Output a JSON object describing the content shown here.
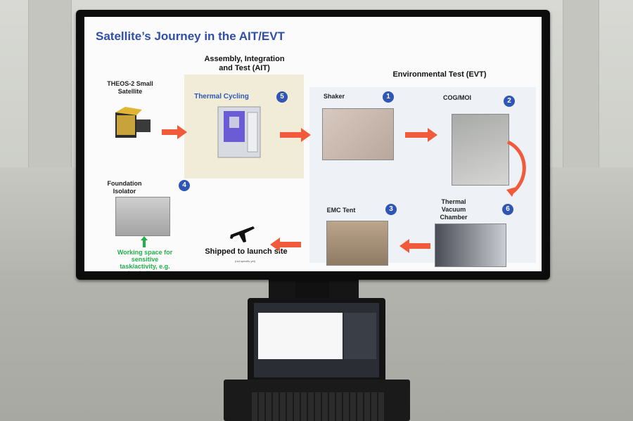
{
  "slide": {
    "title": "Satellite’s Journey in the AIT/EVT",
    "ait_header": "Assembly, Integration and Test (AIT)",
    "evt_header": "Environmental Test (EVT)",
    "satellite_label": "THEOS-2 Small Satellite",
    "foundation_label": "Foundation Isolator",
    "working_space_note": "Working space for sensitive task/activity, e.g. payload alignment",
    "shipped_label": "Shipped to launch site",
    "shipped_note": "(not specific yet)",
    "stations": [
      {
        "name": "Thermal Cycling",
        "number": "5"
      },
      {
        "name": "Shaker",
        "number": "1"
      },
      {
        "name": "COG/MOI",
        "number": "2"
      },
      {
        "name": "Thermal Vacuum Chamber",
        "number": "6"
      },
      {
        "name": "EMC Tent",
        "number": "3"
      },
      {
        "name": "Foundation Isolator",
        "number": "4"
      }
    ]
  },
  "colors": {
    "title_blue": "#2f4fa8",
    "arrow_orange": "#f15a3a",
    "badge_blue": "#2f56b5",
    "note_green": "#22b04a"
  },
  "icons": [
    "airplane-icon",
    "satellite-icon",
    "shaker-icon",
    "gyroscope-icon",
    "antenna-icon"
  ]
}
